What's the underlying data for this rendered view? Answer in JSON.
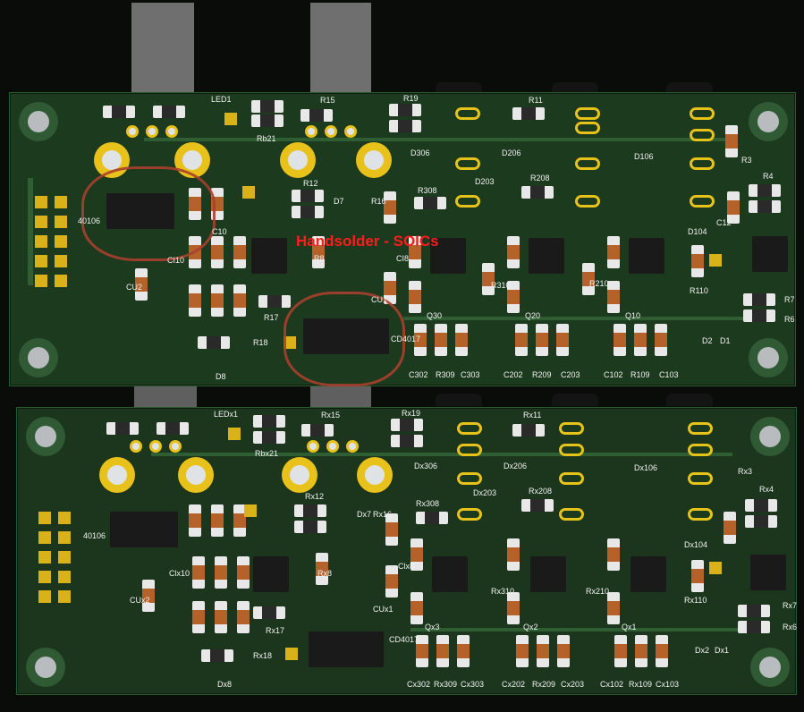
{
  "annotation": {
    "text": "Handsolder - SOICs"
  },
  "top_board": {
    "labels": [
      "LED1",
      "R15",
      "R19",
      "R11",
      "Rb21",
      "R3",
      "R12",
      "R308",
      "D306",
      "D206",
      "D106",
      "D203",
      "R208",
      "R4",
      "D7",
      "R16",
      "C10",
      "C12",
      "D104",
      "R8",
      "R310",
      "R210",
      "40106",
      "CU2",
      "CI10",
      "CI8",
      "R17",
      "R18",
      "Q30",
      "Q20",
      "Q10",
      "R110",
      "R7",
      "R6",
      "D2",
      "D1",
      "CD4017",
      "CU1",
      "D8",
      "C302",
      "R309",
      "C303",
      "C202",
      "R209",
      "C203",
      "C102",
      "R109",
      "C103"
    ]
  },
  "bottom_board": {
    "labels": [
      "LEDx1",
      "Rx15",
      "Rx19",
      "Rx11",
      "Rbx21",
      "Rx3",
      "Rx12",
      "Rx308",
      "Dx306",
      "Dx206",
      "Dx106",
      "Dx203",
      "Rx208",
      "Rx4",
      "Dx7",
      "Rx16",
      "Clx10",
      "Clx8",
      "Dx104",
      "Rx8",
      "Rx310",
      "Rx210",
      "40106",
      "CUx2",
      "CUx1",
      "Rx17",
      "Rx18",
      "Qx3",
      "Qx2",
      "Qx1",
      "Rx110",
      "Rx7",
      "Rx6",
      "Dx2",
      "Dx1",
      "CD4017",
      "Dx8",
      "Cx302",
      "Rx309",
      "Cx303",
      "Cx202",
      "Rx209",
      "Cx203",
      "Cx102",
      "Rx109",
      "Cx103"
    ]
  }
}
